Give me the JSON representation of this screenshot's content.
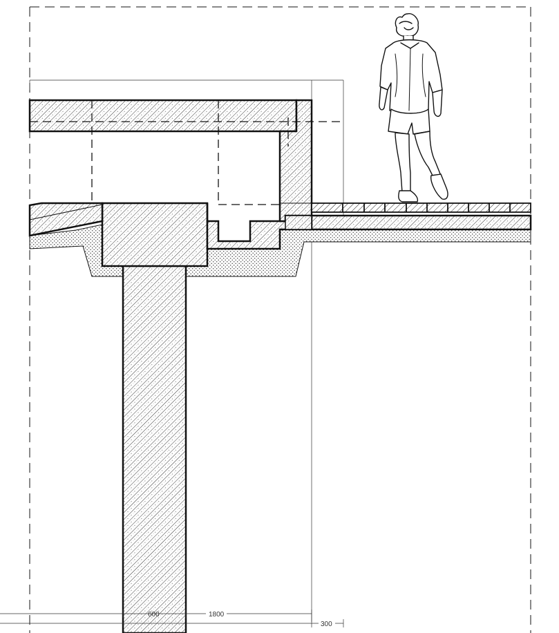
{
  "drawing": {
    "type": "architectural-section",
    "dimensions": {
      "left_label": "600",
      "middle_label": "1800",
      "right_label": "300"
    },
    "materials": [
      "concrete-hatch",
      "stone-paving",
      "gravel-fill"
    ],
    "figure": "person-walking",
    "colors": {
      "line": "#111111",
      "hatch": "#222222",
      "paper": "#ffffff",
      "fill": "#555555"
    }
  }
}
